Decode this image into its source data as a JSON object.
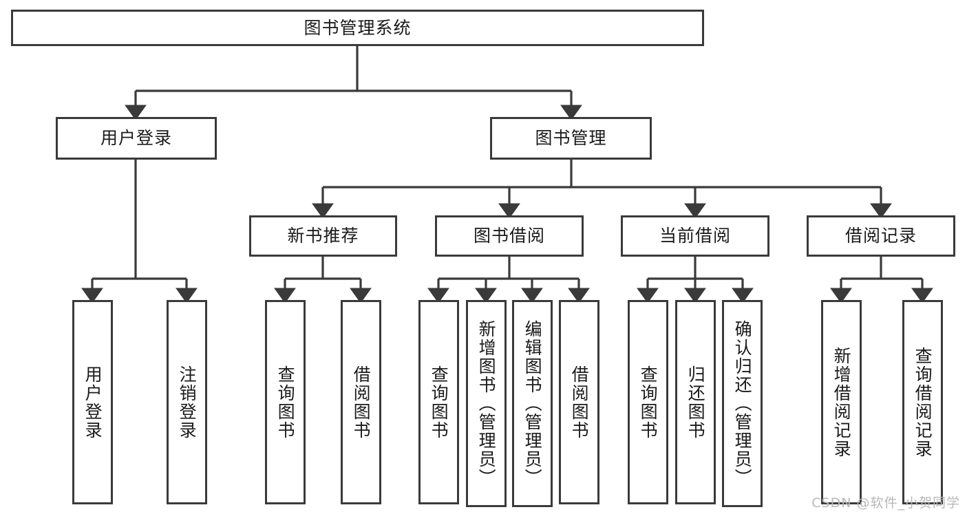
{
  "diagram": {
    "title": "图书管理系统",
    "watermark": "CSDN @软件_小贺同学",
    "line_color": "#3a3a3a",
    "background_color": "#ffffff",
    "text_color": "#1a1a1a",
    "watermark_color": "#b8b8b8",
    "root": {
      "label": "图书管理系统"
    },
    "level2": [
      {
        "label": "用户登录"
      },
      {
        "label": "图书管理"
      }
    ],
    "level3": [
      {
        "label": "新书推荐"
      },
      {
        "label": "图书借阅"
      },
      {
        "label": "当前借阅"
      },
      {
        "label": "借阅记录"
      }
    ],
    "leaves": {
      "user_login": [
        {
          "label": "用户登录"
        },
        {
          "label": "注销登录"
        }
      ],
      "new_book_recommend": [
        {
          "label": "查询图书"
        },
        {
          "label": "借阅图书"
        }
      ],
      "book_borrow": [
        {
          "label": "查询图书"
        },
        {
          "label": "新增图书（管理员）"
        },
        {
          "label": "编辑图书（管理员）"
        },
        {
          "label": "借阅图书"
        }
      ],
      "current_borrow": [
        {
          "label": "查询图书"
        },
        {
          "label": "归还图书"
        },
        {
          "label": "确认归还（管理员）"
        }
      ],
      "borrow_record": [
        {
          "label": "新增借阅记录"
        },
        {
          "label": "查询借阅记录"
        }
      ]
    }
  }
}
